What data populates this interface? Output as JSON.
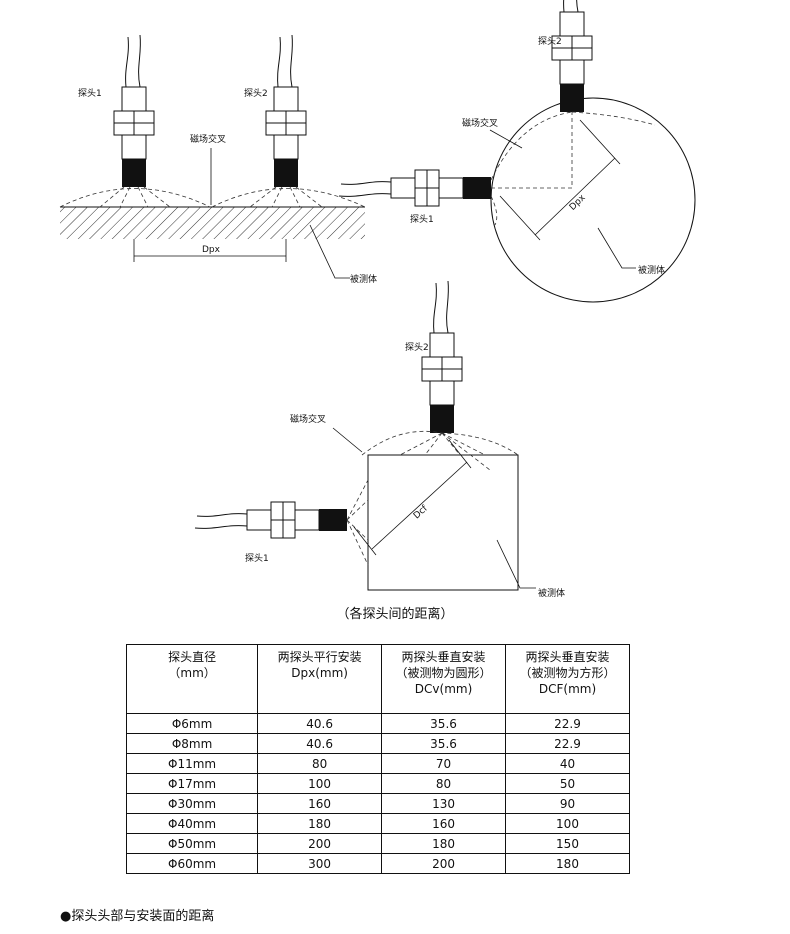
{
  "diagram_labels": {
    "probe1": "探头1",
    "probe2": "探头2",
    "field_cross": "磁场交叉",
    "target": "被测体",
    "dpx": "Dpx",
    "dcf": "Dcf"
  },
  "caption": "（各探头间的距离）",
  "table": {
    "headers": [
      [
        "探头直径",
        "（mm）"
      ],
      [
        "两探头平行安装",
        "Dpx(mm)"
      ],
      [
        "两探头垂直安装",
        "（被测物为圆形）",
        "DCv(mm)"
      ],
      [
        "两探头垂直安装",
        "（被测物为方形）",
        "DCF(mm)"
      ]
    ],
    "rows": [
      [
        "Φ6mm",
        "40.6",
        "35.6",
        "22.9"
      ],
      [
        "Φ8mm",
        "40.6",
        "35.6",
        "22.9"
      ],
      [
        "Φ11mm",
        "80",
        "70",
        "40"
      ],
      [
        "Φ17mm",
        "100",
        "80",
        "50"
      ],
      [
        "Φ30mm",
        "160",
        "130",
        "90"
      ],
      [
        "Φ40mm",
        "180",
        "160",
        "100"
      ],
      [
        "Φ50mm",
        "200",
        "180",
        "150"
      ],
      [
        "Φ60mm",
        "300",
        "200",
        "180"
      ]
    ]
  },
  "footnote": "●探头头部与安装面的距离"
}
